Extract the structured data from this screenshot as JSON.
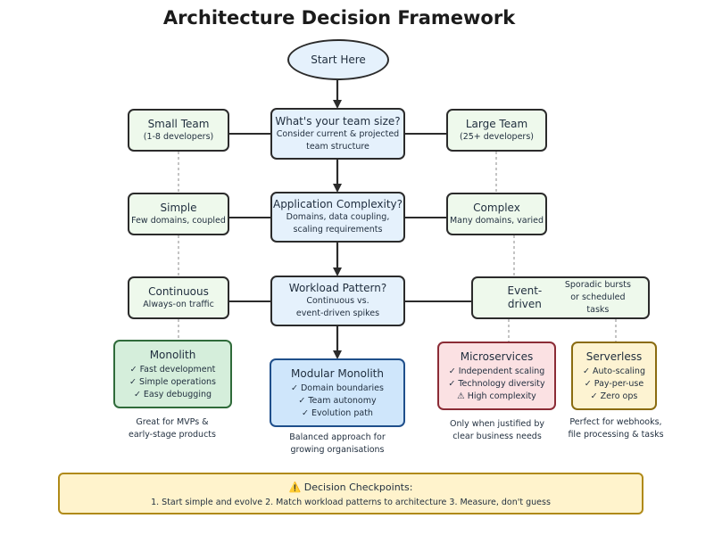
{
  "title": "Architecture Decision Framework",
  "start": "Start Here",
  "q1": {
    "title": "What's your team size?",
    "line1": "Consider current & projected",
    "line2": "team structure"
  },
  "small_team": {
    "title": "Small Team",
    "sub": "(1-8 developers)"
  },
  "large_team": {
    "title": "Large Team",
    "sub": "(25+ developers)"
  },
  "q2": {
    "title": "Application Complexity?",
    "line1": "Domains, data coupling,",
    "line2": "scaling requirements"
  },
  "simple": {
    "title": "Simple",
    "sub": "Few domains, coupled"
  },
  "complex": {
    "title": "Complex",
    "sub": "Many domains, varied"
  },
  "q3": {
    "title": "Workload Pattern?",
    "line1": "Continuous vs.",
    "line2": "event-driven spikes"
  },
  "continuous": {
    "title": "Continuous",
    "sub": "Always-on traffic"
  },
  "event_driven": {
    "title": "Event-driven",
    "line1": "Sporadic bursts",
    "line2": "or scheduled tasks"
  },
  "monolith": {
    "title": "Monolith",
    "items": [
      "✓ Fast development",
      "✓ Simple operations",
      "✓ Easy debugging"
    ],
    "caption1": "Great for MVPs &",
    "caption2": "early-stage products"
  },
  "modular": {
    "title": "Modular Monolith",
    "items": [
      "✓ Domain boundaries",
      "✓ Team autonomy",
      "✓ Evolution path"
    ],
    "caption1": "Balanced approach for",
    "caption2": "growing organisations"
  },
  "micro": {
    "title": "Microservices",
    "items": [
      "✓ Independent scaling",
      "✓ Technology diversity",
      "⚠ High complexity"
    ],
    "caption1": "Only when justified by",
    "caption2": "clear business needs"
  },
  "serverless": {
    "title": "Serverless",
    "items": [
      "✓ Auto-scaling",
      "✓ Pay-per-use",
      "✓ Zero ops"
    ],
    "caption1": "Perfect for webhooks,",
    "caption2": "file processing & tasks"
  },
  "checkpoints": {
    "icon": "⚠️",
    "title": "Decision Checkpoints:",
    "body": "1. Start simple and evolve  2. Match workload patterns to architecture  3. Measure, don't guess"
  },
  "colors": {
    "node_green": "#eef9ec",
    "node_blue": "#e5f1fc",
    "monolith_fill": "#d5eedb",
    "monolith_border": "#2f6b3a",
    "modular_fill": "#cfe6fb",
    "modular_border": "#1f4f8b",
    "micro_fill": "#fbe1e3",
    "micro_border": "#8b2c36",
    "serverless_fill": "#fdf3d2",
    "serverless_border": "#8a6b10",
    "checkpoint_fill": "#fff3cc",
    "checkpoint_border": "#b08a18"
  }
}
